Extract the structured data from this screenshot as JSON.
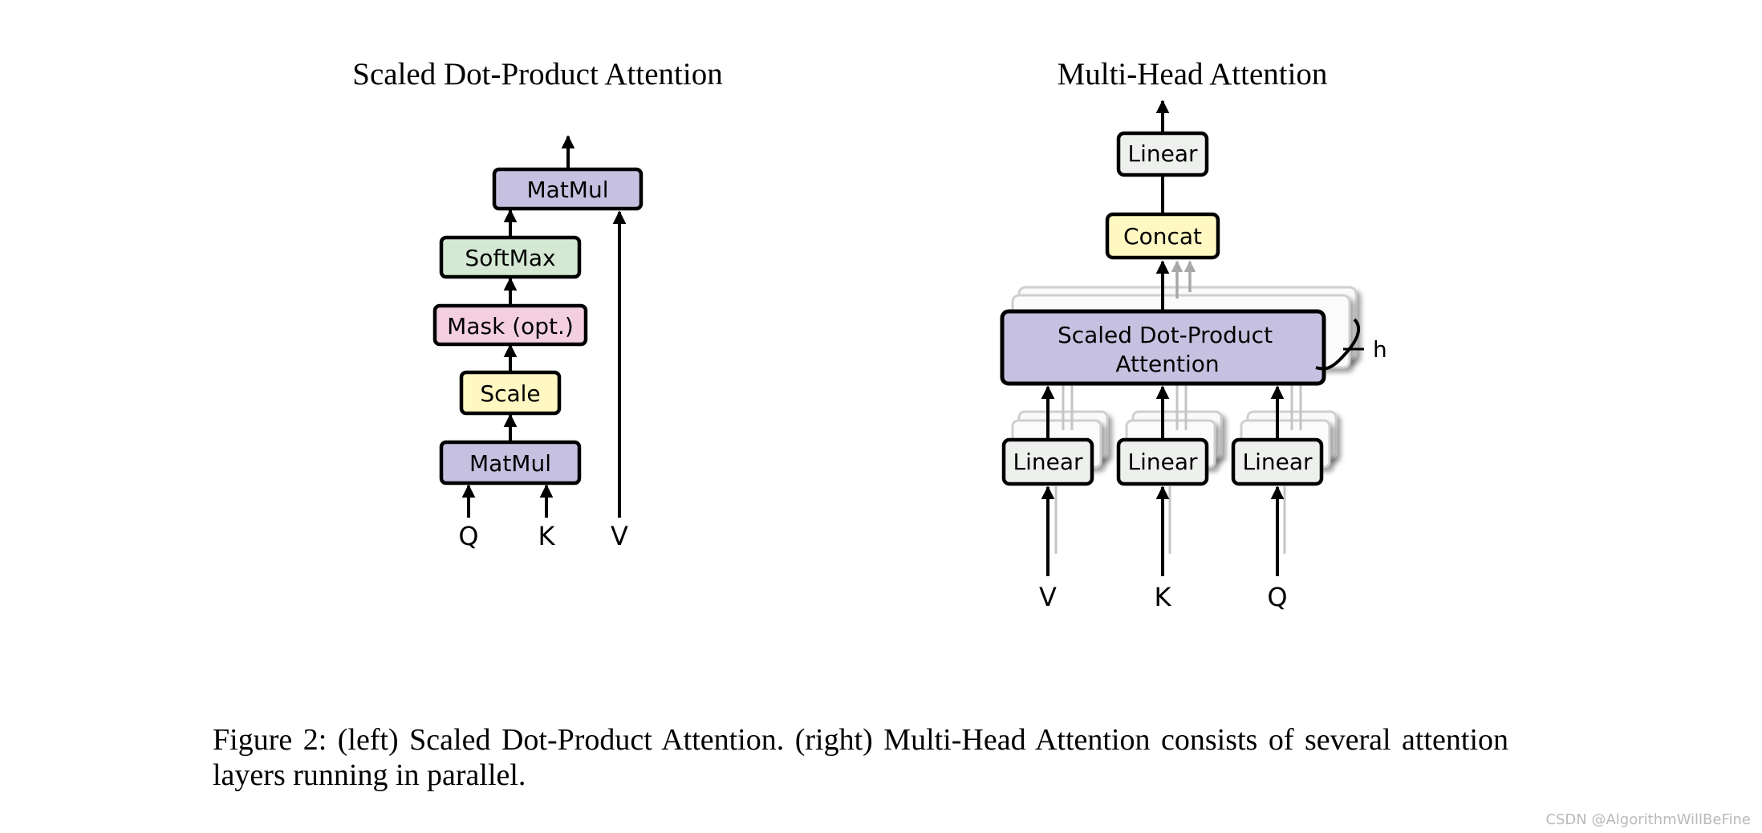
{
  "left_diagram": {
    "title": "Scaled Dot-Product Attention",
    "blocks": {
      "matmul_top": "MatMul",
      "softmax": "SoftMax",
      "mask": "Mask (opt.)",
      "scale": "Scale",
      "matmul_bottom": "MatMul"
    },
    "inputs": {
      "q": "Q",
      "k": "K",
      "v": "V"
    }
  },
  "right_diagram": {
    "title": "Multi-Head Attention",
    "blocks": {
      "linear_out": "Linear",
      "concat": "Concat",
      "attention_line1": "Scaled Dot-Product",
      "attention_line2": "Attention",
      "linear_v": "Linear",
      "linear_k": "Linear",
      "linear_q": "Linear"
    },
    "heads_label": "h",
    "inputs": {
      "v": "V",
      "k": "K",
      "q": "Q"
    }
  },
  "caption": "Figure 2: (left) Scaled Dot-Product Attention. (right) Multi-Head Attention consists of several attention layers running in parallel.",
  "watermark": "CSDN @AlgorithmWillBeFine",
  "colors": {
    "matmul": "#c6c1e0",
    "softmax": "#d5e8d4",
    "mask": "#f3cfe0",
    "scale": "#fff8c2",
    "linear": "#eef0ee",
    "concat": "#fff8c2",
    "attention": "#c6c1e0",
    "stroke": "#000000",
    "ghost": "#c4c4c4"
  }
}
